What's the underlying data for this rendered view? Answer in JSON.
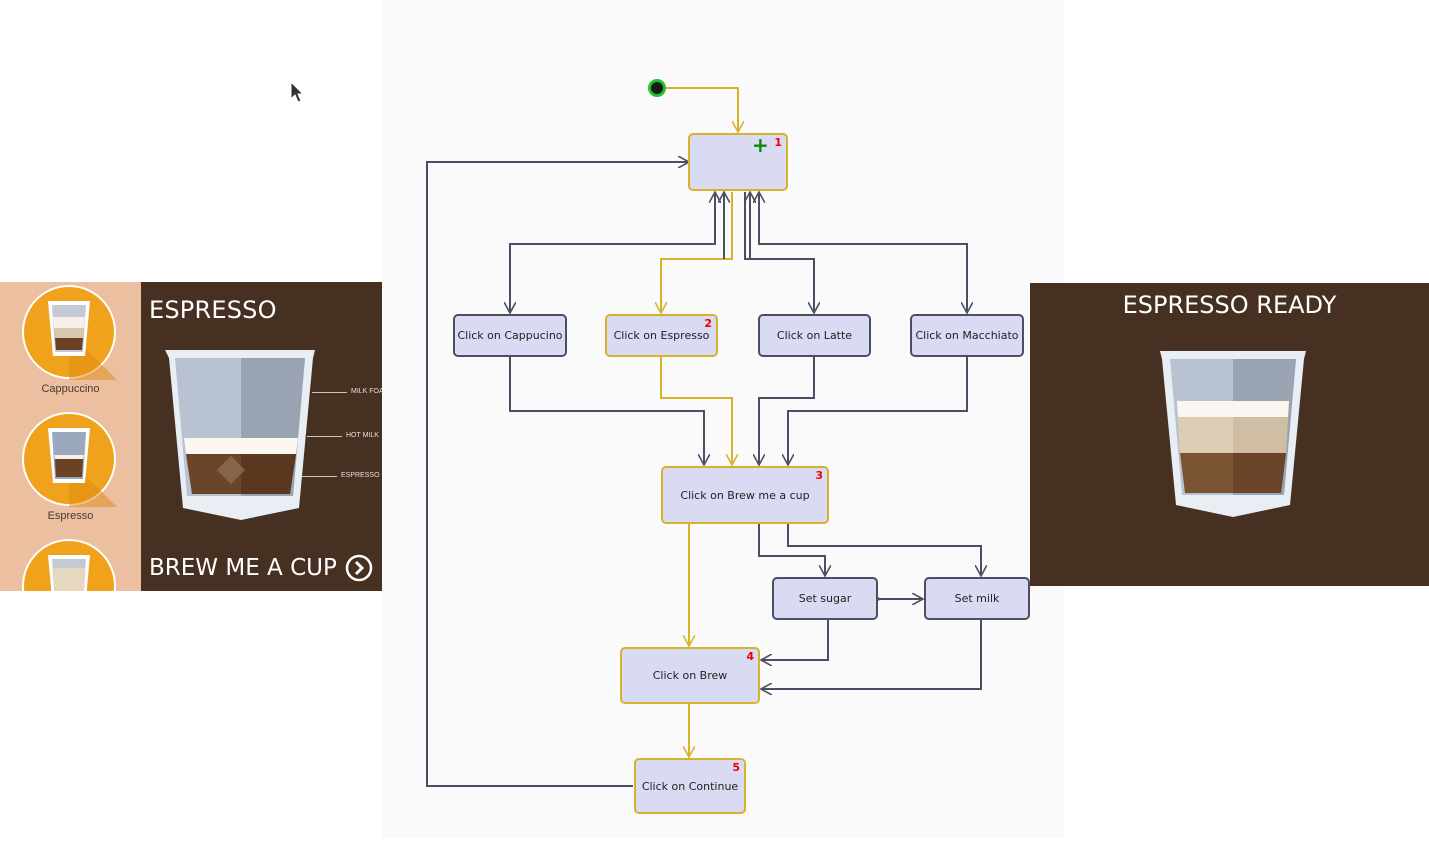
{
  "app": {
    "menu": [
      {
        "label": "Cappuccino"
      },
      {
        "label": "Espresso"
      }
    ],
    "detail": {
      "title": "ESPRESSO",
      "layers": [
        "MILK FOAM",
        "HOT MILK",
        "ESPRESSO COFFEE"
      ],
      "brew_label": "BREW ME A CUP"
    }
  },
  "diagram": {
    "nodes": [
      {
        "label": "",
        "step": "1"
      },
      {
        "label": "Click on Cappucino",
        "step": ""
      },
      {
        "label": "Click on Espresso",
        "step": "2"
      },
      {
        "label": "Click on Latte",
        "step": ""
      },
      {
        "label": "Click on Macchiato",
        "step": ""
      },
      {
        "label": "Click on Brew me a cup",
        "step": "3"
      },
      {
        "label": "Set sugar",
        "step": ""
      },
      {
        "label": "Set milk",
        "step": ""
      },
      {
        "label": "Click on Brew",
        "step": "4"
      },
      {
        "label": "Click on Continue",
        "step": "5"
      }
    ],
    "colors": {
      "path": "#d9b22c",
      "edge": "#4d4d64",
      "node_fill": "#d8dbf2",
      "step": "#e00000",
      "start": "#1fc32f"
    }
  },
  "result": {
    "title": "ESPRESSO READY"
  },
  "icons": [
    "cursor-icon",
    "cup-icon",
    "chevron-right-icon",
    "plus-icon"
  ]
}
